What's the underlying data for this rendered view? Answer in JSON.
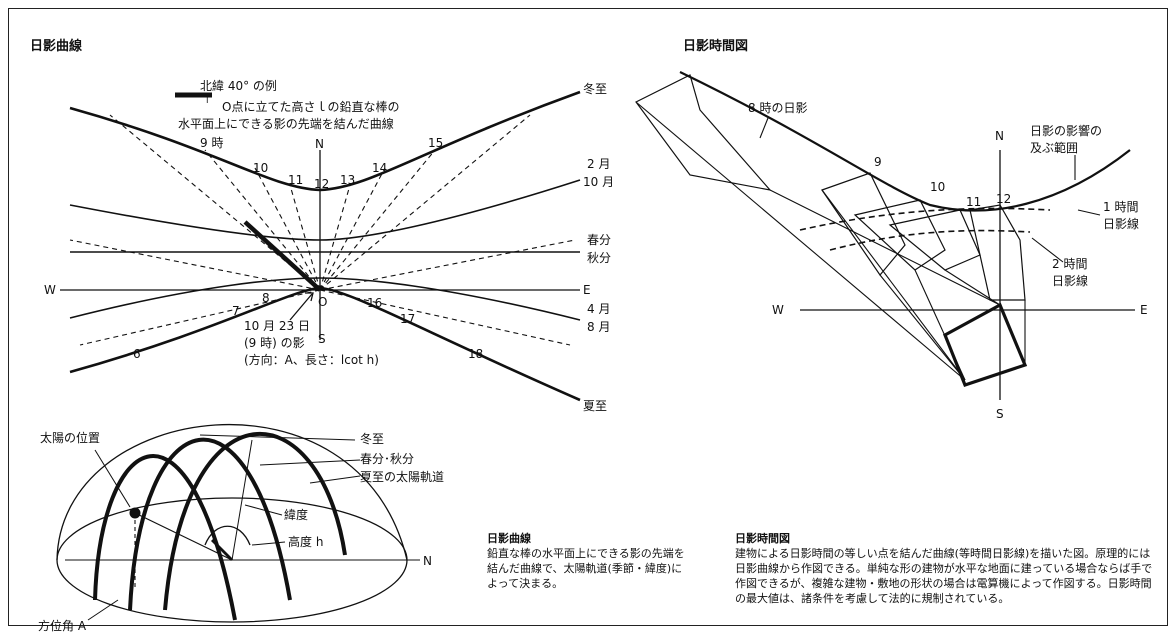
{
  "left": {
    "title": "日影曲線",
    "lat_note": "北緯 40° の例",
    "rod_marker": "l",
    "note_line1": "O点に立てた高さｌの鉛直な棒の",
    "note_line2": "水平面上にできる影の先端を結んだ曲線",
    "season_labels": {
      "winter": "冬至",
      "feb": "2 月",
      "oct": "10 月",
      "spring": "春分",
      "autumn": "秋分",
      "apr": "4 月",
      "aug": "8 月",
      "summer": "夏至"
    },
    "compass": {
      "n": "N",
      "s": "S",
      "w": "W",
      "e": "E",
      "o": "O"
    },
    "hour_labels": [
      "9 時",
      "10",
      "11",
      "12",
      "13",
      "14",
      "15",
      "16",
      "17",
      "18",
      "6",
      "7",
      "8"
    ],
    "shadow_note": [
      "10 月 23 日",
      "(9 時) の影",
      "(方向：A、長さ：lcot h)"
    ]
  },
  "dome": {
    "sun_label": "太陽の位置",
    "winter": "冬至",
    "equinox": "春分･秋分",
    "summer": "夏至の太陽軌道",
    "latitude": "緯度",
    "altitude": "高度 h",
    "azimuth": "方位角 A",
    "n": "N"
  },
  "right": {
    "title": "日影時間図",
    "eight_shadow": "8 時の日影",
    "range_label1": "日影の影響の",
    "range_label2": "及ぶ範囲",
    "one_hour1": "1 時間",
    "one_hour2": "日影線",
    "two_hour1": "2 時間",
    "two_hour2": "日影線",
    "hours": [
      "9",
      "10",
      "11",
      "12"
    ],
    "compass": {
      "n": "N",
      "s": "S",
      "w": "W",
      "e": "E"
    }
  },
  "desc1": {
    "title": "日影曲線",
    "text": "鉛直な棒の水平面上にできる影の先端を結んだ曲線で、太陽軌道(季節・緯度)によって決まる。"
  },
  "desc2": {
    "title": "日影時間図",
    "text": "建物による日影時間の等しい点を結んだ曲線(等時間日影線)を描いた図。原理的には日影曲線から作図できる。単純な形の建物が水平な地面に建っている場合ならば手で作図できるが、複雑な建物・敷地の形状の場合は電算機によって作図する。日影時間の最大値は、諸条件を考慮して法的に規制されている。"
  }
}
